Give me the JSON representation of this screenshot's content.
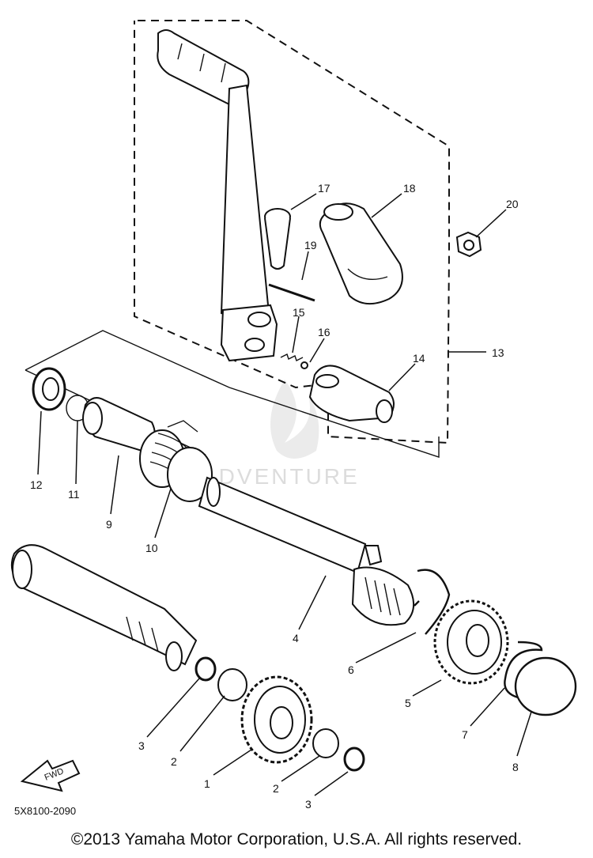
{
  "diagram": {
    "drawing_code": "5X8100-2090",
    "fwd_label": "FWD",
    "watermark": "ADVENTURE",
    "callouts": [
      {
        "id": "c17",
        "label": "17"
      },
      {
        "id": "c18",
        "label": "18"
      },
      {
        "id": "c20",
        "label": "20"
      },
      {
        "id": "c19",
        "label": "19"
      },
      {
        "id": "c15",
        "label": "15"
      },
      {
        "id": "c16",
        "label": "16"
      },
      {
        "id": "c13",
        "label": "13"
      },
      {
        "id": "c14",
        "label": "14"
      },
      {
        "id": "c12",
        "label": "12"
      },
      {
        "id": "c11",
        "label": "11"
      },
      {
        "id": "c9",
        "label": "9"
      },
      {
        "id": "c10",
        "label": "10"
      },
      {
        "id": "c4",
        "label": "4"
      },
      {
        "id": "c6",
        "label": "6"
      },
      {
        "id": "c5",
        "label": "5"
      },
      {
        "id": "c7",
        "label": "7"
      },
      {
        "id": "c8",
        "label": "8"
      },
      {
        "id": "c3a",
        "label": "3"
      },
      {
        "id": "c2a",
        "label": "2"
      },
      {
        "id": "c1",
        "label": "1"
      },
      {
        "id": "c2b",
        "label": "2"
      },
      {
        "id": "c3b",
        "label": "3"
      }
    ]
  },
  "footer": {
    "copyright": "©2013 Yamaha Motor Corporation, U.S.A. All rights reserved."
  }
}
